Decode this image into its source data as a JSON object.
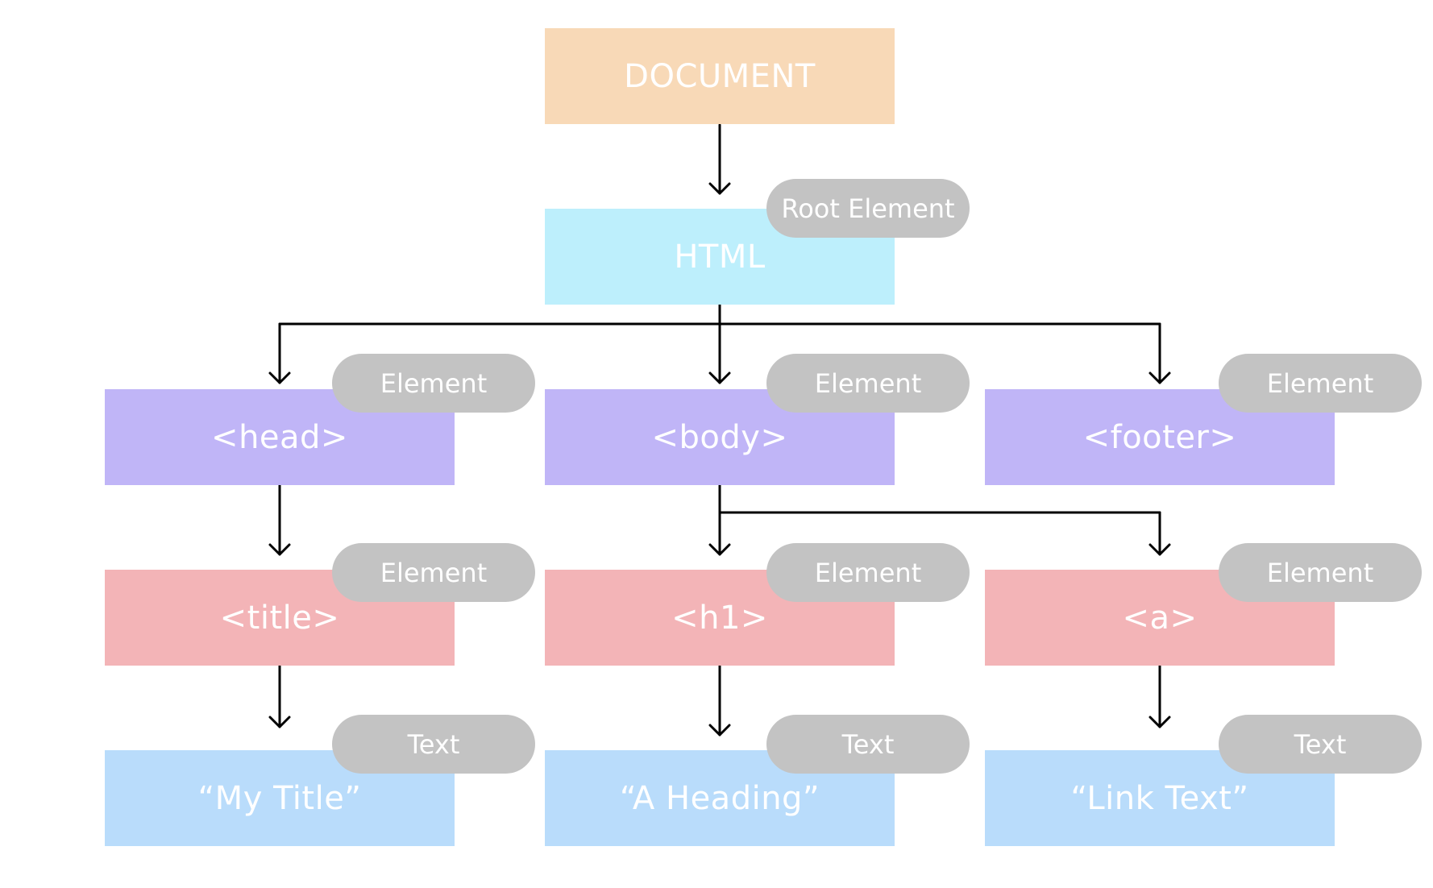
{
  "colors": {
    "document": "#f8d9b7",
    "root": "#bdeffc",
    "element_level1": "#c0b5f7",
    "element_level2": "#f3b4b7",
    "text_node": "#b9dcfb",
    "badge": "#c3c3c3",
    "connector": "#000000"
  },
  "nodes": {
    "document": {
      "label": "DOCUMENT"
    },
    "html": {
      "label": "HTML",
      "badge": "Root Element"
    },
    "head": {
      "label": "<head>",
      "badge": "Element"
    },
    "body": {
      "label": "<body>",
      "badge": "Element"
    },
    "footer": {
      "label": "<footer>",
      "badge": "Element"
    },
    "title": {
      "label": "<title>",
      "badge": "Element"
    },
    "h1": {
      "label": "<h1>",
      "badge": "Element"
    },
    "a": {
      "label": "<a>",
      "badge": "Element"
    },
    "title_text": {
      "label": "“My Title”",
      "badge": "Text"
    },
    "h1_text": {
      "label": "“A Heading”",
      "badge": "Text"
    },
    "a_text": {
      "label": "“Link Text”",
      "badge": "Text"
    }
  },
  "edges": [
    [
      "document",
      "html"
    ],
    [
      "html",
      "head"
    ],
    [
      "html",
      "body"
    ],
    [
      "html",
      "footer"
    ],
    [
      "head",
      "title"
    ],
    [
      "body",
      "h1"
    ],
    [
      "body",
      "a"
    ],
    [
      "title",
      "title_text"
    ],
    [
      "h1",
      "h1_text"
    ],
    [
      "a",
      "a_text"
    ]
  ]
}
